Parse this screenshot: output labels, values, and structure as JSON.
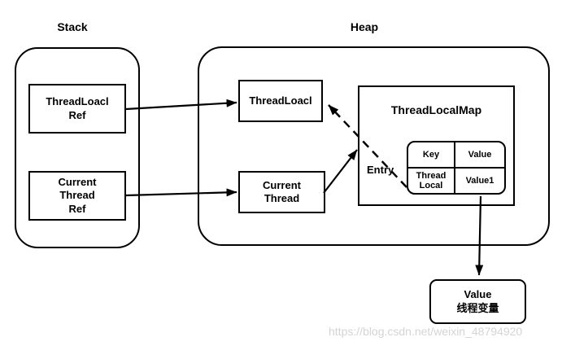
{
  "diagram": {
    "stack": {
      "label": "Stack",
      "boxes": [
        {
          "label": "ThreadLoacl\nRef"
        },
        {
          "label": "Current\nThread\nRef"
        }
      ]
    },
    "heap": {
      "label": "Heap",
      "thread_local_box": "ThreadLoacl",
      "current_thread_box": "Current\nThread",
      "map": {
        "title": "ThreadLocalMap",
        "entry_label": "Entry",
        "table": {
          "header": [
            "Key",
            "Value"
          ],
          "row": [
            "Thread\nLocal",
            "Value1"
          ]
        }
      }
    },
    "value_box": "Value\n线程变量",
    "watermark": "https://blog.csdn.net/weixin_48794920",
    "colors": {
      "line": "#000000",
      "background": "#ffffff",
      "watermark": "#d4d4d4"
    }
  }
}
